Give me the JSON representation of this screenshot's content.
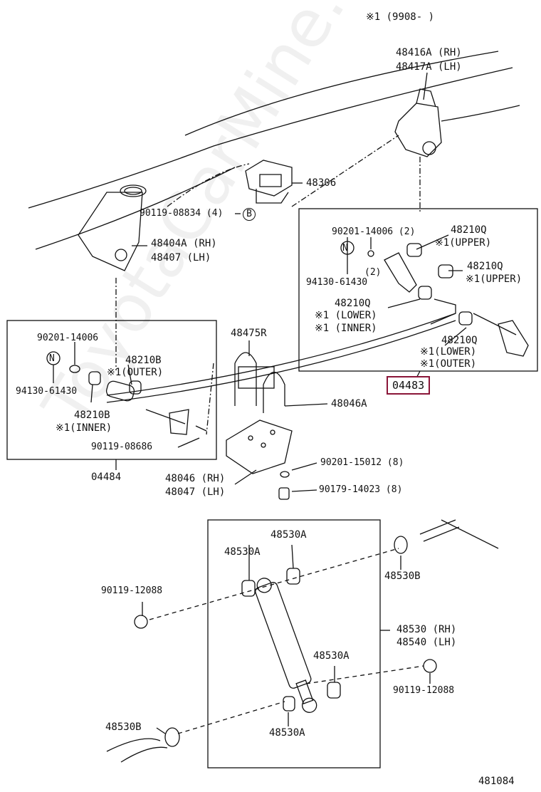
{
  "header": {
    "note": "※1 (9908-      )"
  },
  "watermark": "ToyotaCarMine.ru",
  "labels": {
    "p48416a": "48416A (RH)",
    "p48417a": "48417A (LH)",
    "p48306": "48306",
    "p90119_08834": "90119-08834 (4)",
    "mark_b": "B",
    "p48404a": "48404A (RH)",
    "p48407": "48407  (LH)",
    "p90201_14006_r": "90201-14006 (2)",
    "mark_n_r": "N",
    "p2": "(2)",
    "p94130_61430_r": "94130-61430",
    "p48210q_1": "48210Q",
    "p48210q_1n": "※1(UPPER)",
    "p48210q_2": "48210Q",
    "p48210q_2n": "※1(UPPER)",
    "p48210q_3": "48210Q",
    "p48210q_3n1": "※1 (LOWER)",
    "p48210q_3n2": "※1 (INNER)",
    "p48210q_4": "48210Q",
    "p48210q_4n1": "※1(LOWER)",
    "p48210q_4n2": "※1(OUTER)",
    "p04483": "04483",
    "p48475r": "48475R",
    "p90201_14006_l": "90201-14006",
    "mark_n_l": "N",
    "p94130_61430_l": "94130-61430",
    "p48210b_1": "48210B",
    "p48210b_1n": "※1(OUTER)",
    "p48210b_2": "48210B",
    "p48210b_2n": "※1(INNER)",
    "p90119_08686": "90119-08686",
    "p04484": "04484",
    "p48046a": "48046A",
    "p48046": "48046 (RH)",
    "p48047": "48047 (LH)",
    "p90201_15012": "90201-15012 (8)",
    "p90179_14023": "90179-14023 (8)",
    "p48530a_1": "48530A",
    "p48530a_2": "48530A",
    "p48530b_1": "48530B",
    "p90119_12088_l": "90119-12088",
    "p48530": "48530 (RH)",
    "p48540": "48540 (LH)",
    "p48530a_3": "48530A",
    "p90119_12088_r": "90119-12088",
    "p48530b_2": "48530B",
    "p48530a_4": "48530A",
    "footer": "481084"
  },
  "highlight_color": "#8a1538"
}
